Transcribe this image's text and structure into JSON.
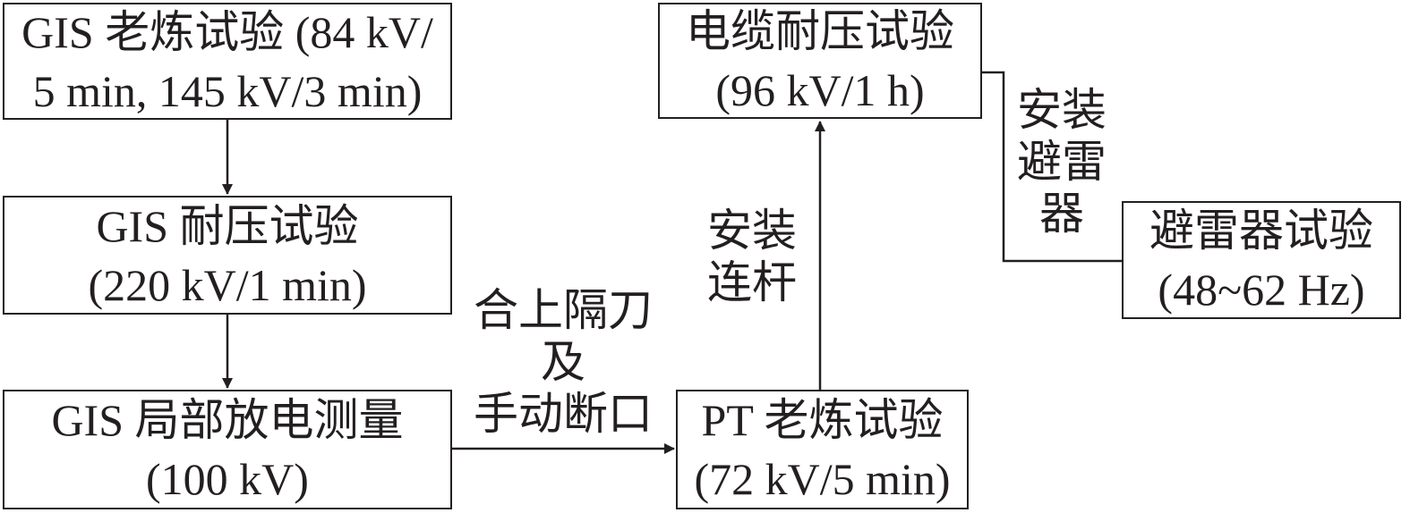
{
  "boxes": {
    "gis_aging": {
      "line1": "GIS 老炼试验 (84 kV/",
      "line2": "5 min, 145 kV/3 min)"
    },
    "gis_withstand": {
      "line1": "GIS 耐压试验",
      "line2": "(220 kV/1 min)"
    },
    "gis_pd": {
      "line1": "GIS 局部放电测量",
      "line2": "(100 kV)"
    },
    "pt_aging": {
      "line1": "PT 老炼试验",
      "line2": "(72 kV/5 min)"
    },
    "cable_withstand": {
      "line1": "电缆耐压试验",
      "line2": "(96 kV/1 h)"
    },
    "arrester_test": {
      "line1": "避雷器试验",
      "line2": "(48~62 Hz)"
    }
  },
  "labels": {
    "close_switch": {
      "line1": "合上隔刀",
      "line2": "及",
      "line3": "手动断口"
    },
    "install_link": {
      "line1": "安装",
      "line2": "连杆"
    },
    "install_arrester": {
      "line1": "安装",
      "line2": "避雷",
      "line3": "器"
    }
  },
  "colors": {
    "ink": "#231f20",
    "background": "#ffffff"
  }
}
